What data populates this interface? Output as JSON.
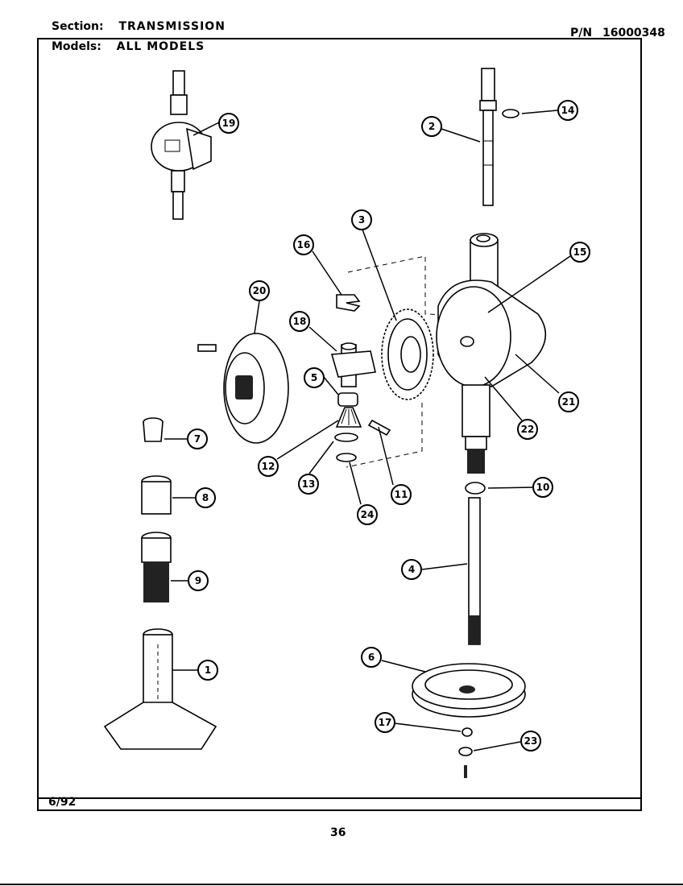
{
  "header": {
    "section_label": "Section:",
    "section_value": "TRANSMISSION",
    "models_label": "Models:",
    "models_value": "ALL MODELS",
    "pn_label": "P/N",
    "pn_value": "16000348"
  },
  "footer": {
    "date": "6/92",
    "page_number": "36"
  },
  "callouts": [
    {
      "id": "c19",
      "number": "19"
    },
    {
      "id": "c2",
      "number": "2"
    },
    {
      "id": "c14",
      "number": "14"
    },
    {
      "id": "c3",
      "number": "3"
    },
    {
      "id": "c16",
      "number": "16"
    },
    {
      "id": "c15",
      "number": "15"
    },
    {
      "id": "c20",
      "number": "20"
    },
    {
      "id": "c18",
      "number": "18"
    },
    {
      "id": "c5",
      "number": "5"
    },
    {
      "id": "c21",
      "number": "21"
    },
    {
      "id": "c22",
      "number": "22"
    },
    {
      "id": "c7",
      "number": "7"
    },
    {
      "id": "c12",
      "number": "12"
    },
    {
      "id": "c13",
      "number": "13"
    },
    {
      "id": "c11",
      "number": "11"
    },
    {
      "id": "c24",
      "number": "24"
    },
    {
      "id": "c10",
      "number": "10"
    },
    {
      "id": "c8",
      "number": "8"
    },
    {
      "id": "c9",
      "number": "9"
    },
    {
      "id": "c4",
      "number": "4"
    },
    {
      "id": "c6",
      "number": "6"
    },
    {
      "id": "c1",
      "number": "1"
    },
    {
      "id": "c17",
      "number": "17"
    },
    {
      "id": "c23",
      "number": "23"
    }
  ]
}
